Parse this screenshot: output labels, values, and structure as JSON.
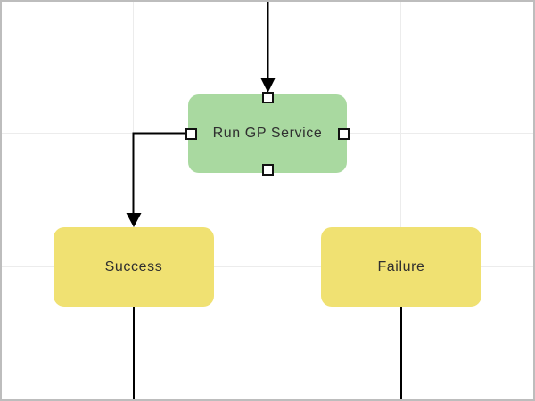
{
  "canvas": {
    "colors": {
      "background": "#ffffff",
      "grid_line": "#ececec",
      "frame_border": "#bdbdbd",
      "connector": "#000000",
      "node_text": "#2f2f2f",
      "handle_fill": "#ffffff",
      "handle_border": "#111111",
      "node_process_fill": "#a9d9a0",
      "node_terminal_fill": "#f0e172"
    }
  },
  "diagram": {
    "nodes": [
      {
        "id": "run-gp-service",
        "label": "Run GP Service",
        "kind": "process",
        "selected": true
      },
      {
        "id": "success",
        "label": "Success",
        "kind": "terminal"
      },
      {
        "id": "failure",
        "label": "Failure",
        "kind": "terminal"
      }
    ],
    "connectors": [
      {
        "from": "canvas-top-edge",
        "to": "run-gp-service",
        "end": "arrow"
      },
      {
        "from": "run-gp-service-left-port",
        "to": "success",
        "end": "arrow",
        "route": "elbow"
      },
      {
        "from": "success",
        "to": "canvas-bottom-edge",
        "end": "none"
      },
      {
        "from": "failure",
        "to": "canvas-bottom-edge",
        "end": "none"
      }
    ]
  }
}
